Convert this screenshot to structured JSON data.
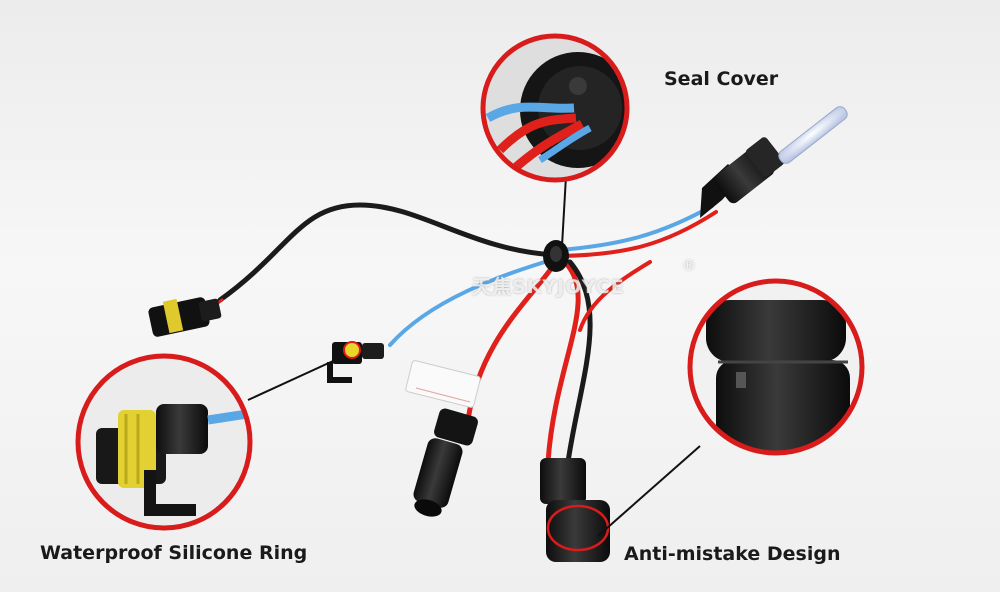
{
  "labels": {
    "seal_cover": "Seal Cover",
    "waterproof_ring": "Waterproof Silicone Ring",
    "anti_mistake": "Anti-mistake Design"
  },
  "watermark": {
    "text": "天焦SKYJOYCE",
    "mark": "®"
  },
  "colors": {
    "wire_black": "#1b1b1b",
    "wire_red": "#e0201a",
    "wire_blue": "#5aa7e6",
    "callout_ring": "#d81b1b",
    "connector": "#1a1a1a",
    "seal_yellow": "#e8d62a"
  }
}
